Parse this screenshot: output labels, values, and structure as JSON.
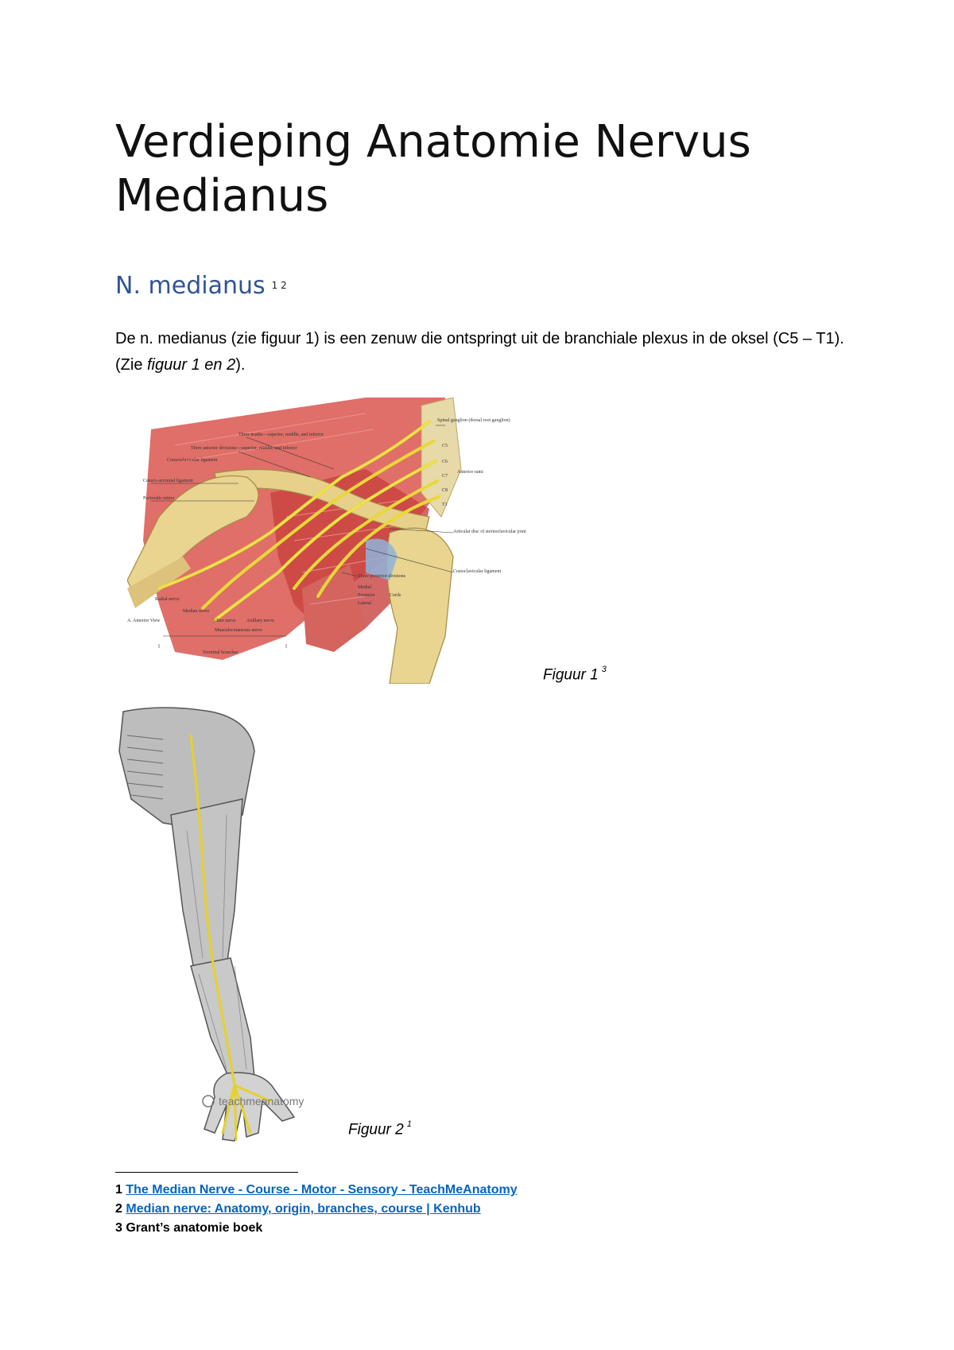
{
  "document": {
    "title": "Verdieping Anatomie Nervus Medianus",
    "section": {
      "heading": "N. medianus",
      "heading_refs": "1 2",
      "paragraph": {
        "part1": "De n. medianus (zie figuur 1) is een zenuw die ontspringt uit de branchiale plexus in de oksel (C5 – T1). (Zie ",
        "em1": "figuur 1 en 2",
        "part2": ")."
      }
    },
    "figures": [
      {
        "caption": "Figuur 1",
        "ref": "3",
        "labels": {
          "spinal_ganglion": "Spinal ganglion (dorsal root ganglion)",
          "three_trunks": "Three trunks—superior, middle, and inferior",
          "three_anterior": "Three anterior divisions—superior, middle, and inferior",
          "coracoclavicular": "Coracoclavicular ligament",
          "coraco_acromial": "Coraco-acromial ligament",
          "pectoralis_minor": "Pectoralis minor",
          "c5": "C5",
          "c6": "C6",
          "c7": "C7",
          "c8": "C8",
          "t1": "T1",
          "anterior_rami": "Anterior rami",
          "articular_disc": "Articular disc of sternoclavicular joint",
          "costoclavicular": "Costoclavicular ligament",
          "three_posterior": "Three posterior divisions",
          "medial": "Medial",
          "posterior": "Posterior",
          "lateral": "Lateral",
          "cords": "Cords",
          "radial_nerve": "Radial nerve",
          "median_nerve": "Median nerve",
          "ulnar_nerve": "Ulnar nerve",
          "axillary_nerve": "Axillary nerve",
          "musculocutaneous": "Musculocutaneous nerve",
          "anterior_view": "A. Anterior View",
          "terminal_branches": "Terminal branches"
        }
      },
      {
        "caption": "Figuur 2",
        "ref": "1",
        "watermark": "teachmeanatomy"
      }
    ],
    "footnotes": [
      {
        "num": "1",
        "text": "The Median Nerve - Course - Motor - Sensory - TeachMeAnatomy",
        "link": true
      },
      {
        "num": "2",
        "text": "Median nerve: Anatomy, origin, branches, course | Kenhub",
        "link": true
      },
      {
        "num": "3",
        "text": "Grant’s anatomie boek",
        "link": false
      }
    ]
  }
}
